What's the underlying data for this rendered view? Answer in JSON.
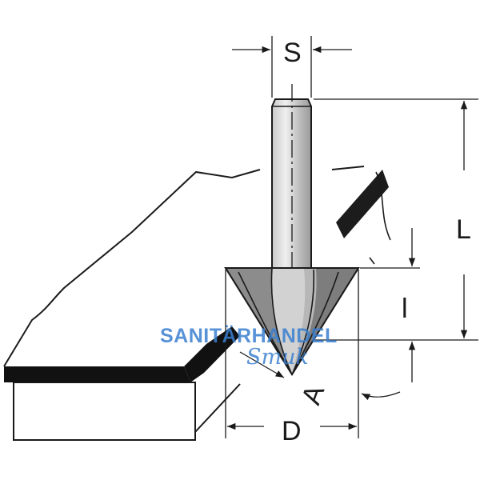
{
  "dimensions": {
    "shank_diameter": "S",
    "total_length": "L",
    "cutting_length": "l",
    "cutting_diameter": "D",
    "angle": "A"
  },
  "watermark": {
    "line1": "SANITÄRHANDEL",
    "line2": "Smuk"
  },
  "colors": {
    "line": "#1a1a1a",
    "shank_light": "#e6e6e6",
    "shank_dark": "#a9a9a9",
    "cone_mid": "#b5b5b5",
    "cone_dark": "#7d7d7d",
    "watermark": "#3a7fd0"
  }
}
